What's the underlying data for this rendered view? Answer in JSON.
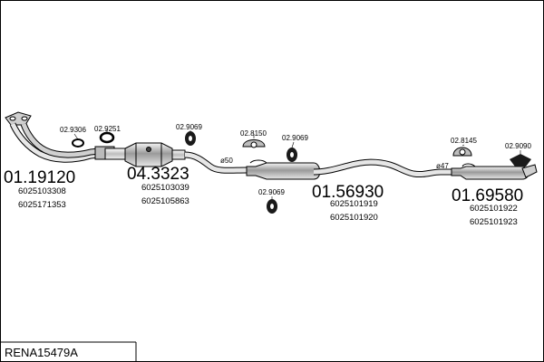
{
  "diagram": {
    "title": "RENA15479A",
    "parts": [
      {
        "id": "p1",
        "number": "01.19120",
        "refs": [
          "6025103308",
          "6025171353"
        ]
      },
      {
        "id": "p2",
        "number": "04.3323",
        "refs": [
          "6025103039",
          "6025105863"
        ]
      },
      {
        "id": "p3",
        "number": "01.56930",
        "refs": [
          "6025101919",
          "6025101920"
        ]
      },
      {
        "id": "p4",
        "number": "01.69580",
        "refs": [
          "6025101922",
          "6025101923"
        ]
      }
    ],
    "accessories": [
      {
        "id": "a1",
        "number": "02.9306"
      },
      {
        "id": "a2",
        "number": "02.9251"
      },
      {
        "id": "a3",
        "number": "02.9069"
      },
      {
        "id": "a4",
        "number": "02.8150"
      },
      {
        "id": "a5",
        "number": "02.9069"
      },
      {
        "id": "a6",
        "number": "02.9069"
      },
      {
        "id": "a7",
        "number": "02.8145"
      },
      {
        "id": "a8",
        "number": "02.9090"
      }
    ],
    "diameters": [
      {
        "id": "d1",
        "label": "ø50"
      },
      {
        "id": "d2",
        "label": "ø47"
      }
    ],
    "colors": {
      "line": "#000000",
      "fill": "#d9d9d9",
      "dark": "#1a1a1a",
      "background": "#ffffff"
    }
  }
}
